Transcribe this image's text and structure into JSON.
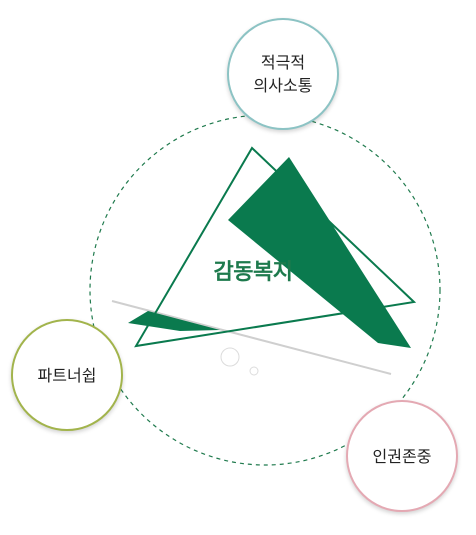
{
  "diagram": {
    "center_label": "감동복지",
    "nodes": [
      {
        "label": "적극적\n의사소통",
        "ring_color": "#8cc3c4"
      },
      {
        "label": "파트너쉽",
        "ring_color": "#a2b44c"
      },
      {
        "label": "인권존중",
        "ring_color": "#e4a9b3"
      }
    ],
    "colors": {
      "primary_green": "#0a7a4e",
      "dashed_circle": "#1f7a4d",
      "gray_line": "#cfcfcf",
      "center_text": "#1e7a4d"
    }
  }
}
